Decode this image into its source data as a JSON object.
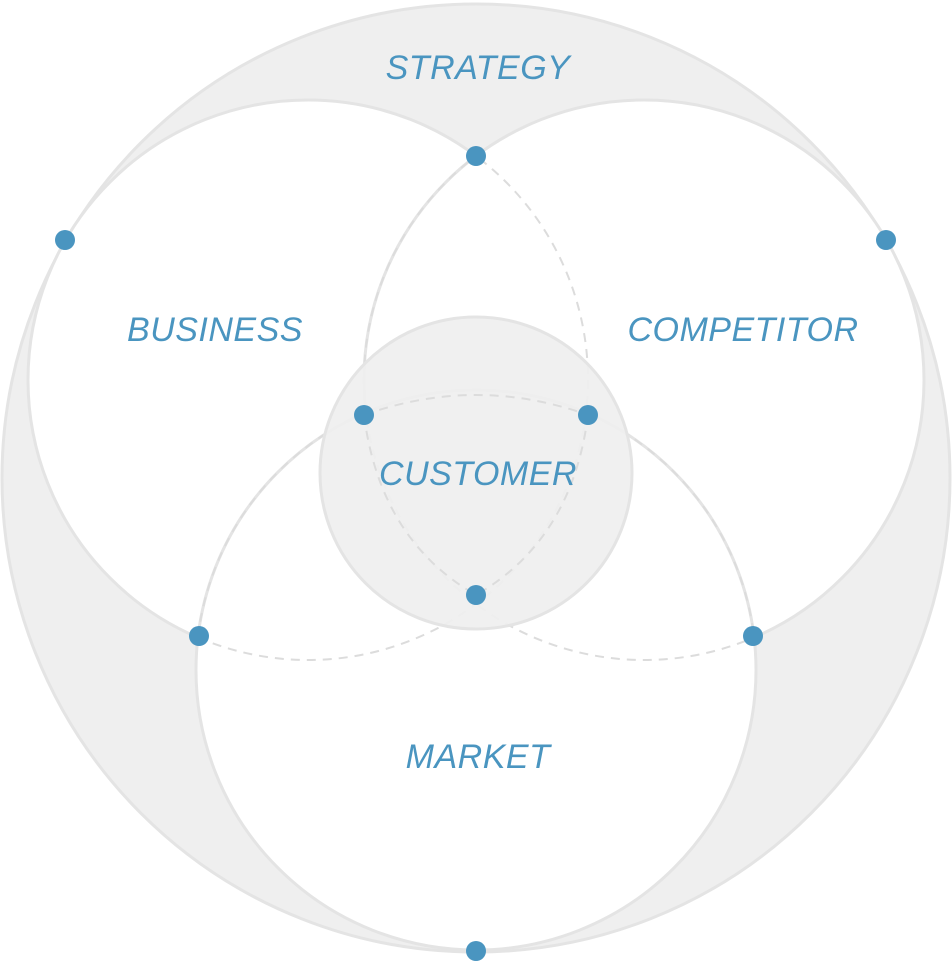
{
  "diagram": {
    "labels": {
      "strategy": "STRATEGY",
      "business": "BUSINESS",
      "competitor": "COMPETITOR",
      "customer": "CUSTOMER",
      "market": "MARKET"
    }
  },
  "colors": {
    "accent": "#4a95c0",
    "fill": "#efefef",
    "stroke": "#e4e4e4",
    "dash": "#dcdcdc",
    "background": "#ffffff"
  }
}
